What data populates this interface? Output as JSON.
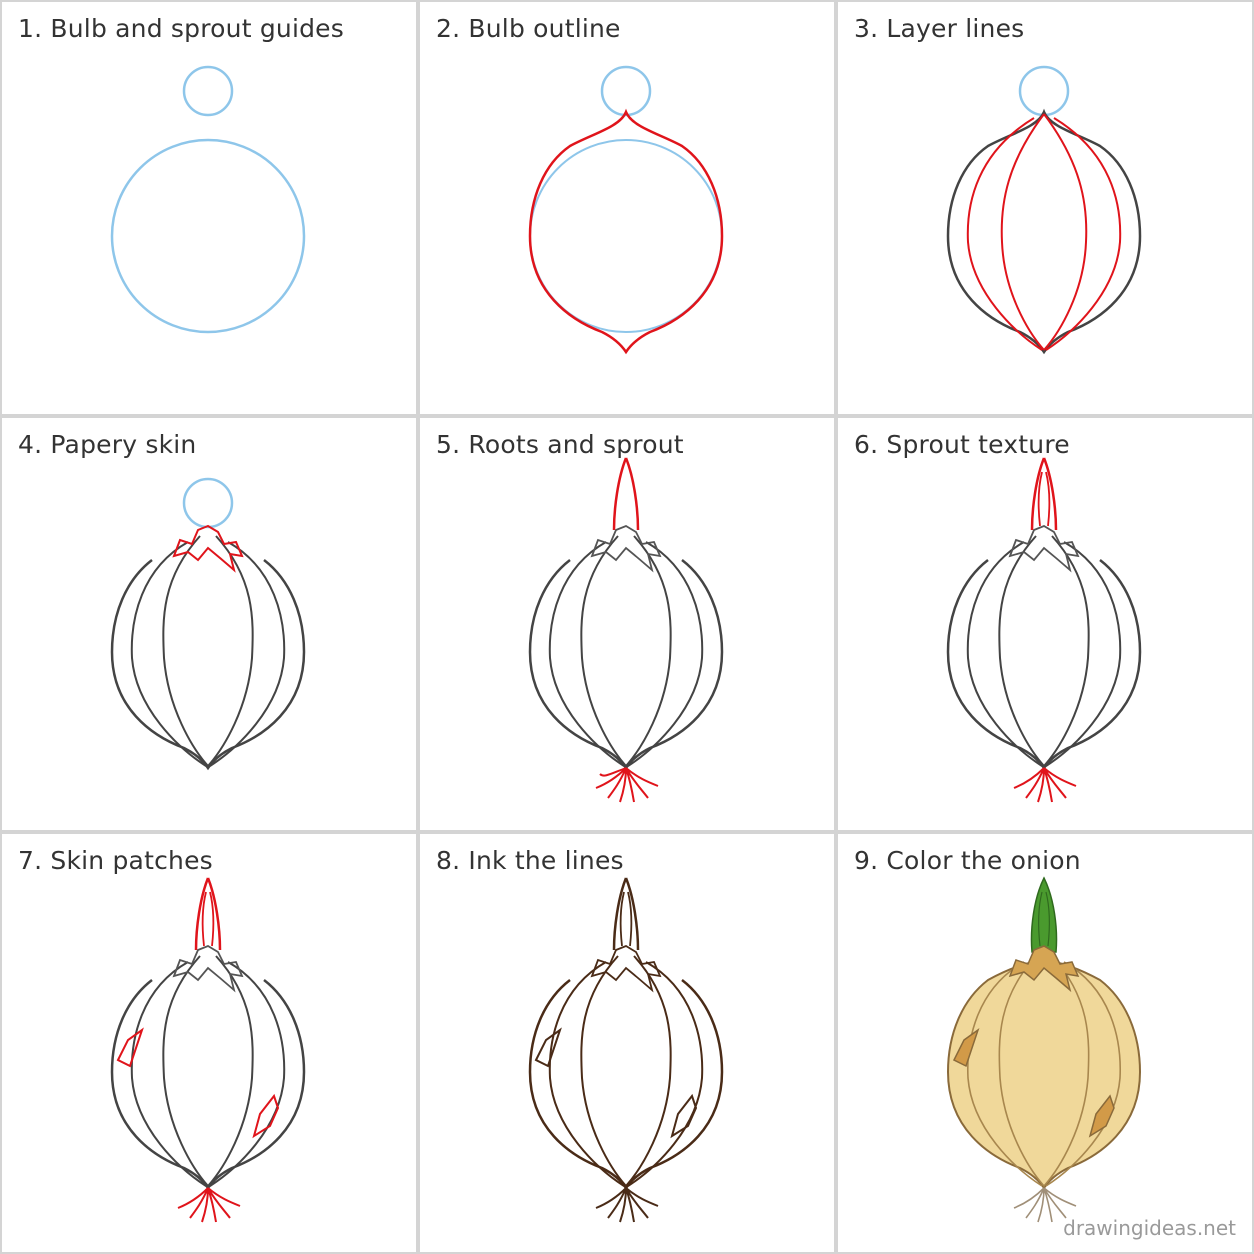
{
  "steps": [
    {
      "label": "1. Bulb and sprout guides"
    },
    {
      "label": "2. Bulb outline"
    },
    {
      "label": "3. Layer lines"
    },
    {
      "label": "4. Papery skin"
    },
    {
      "label": "5. Roots and sprout"
    },
    {
      "label": "6. Sprout texture"
    },
    {
      "label": "7. Skin patches"
    },
    {
      "label": "8. Ink the lines"
    },
    {
      "label": "9. Color the onion"
    }
  ],
  "watermark": "drawingideas.net",
  "colors": {
    "guide": "#8ec6ea",
    "new_line": "#e0141b",
    "pencil": "#444444",
    "ink": "#4a2b17",
    "bulb_fill": "#f0d89a",
    "skin_patch": "#d29a48",
    "sprout": "#4a9a2e"
  }
}
